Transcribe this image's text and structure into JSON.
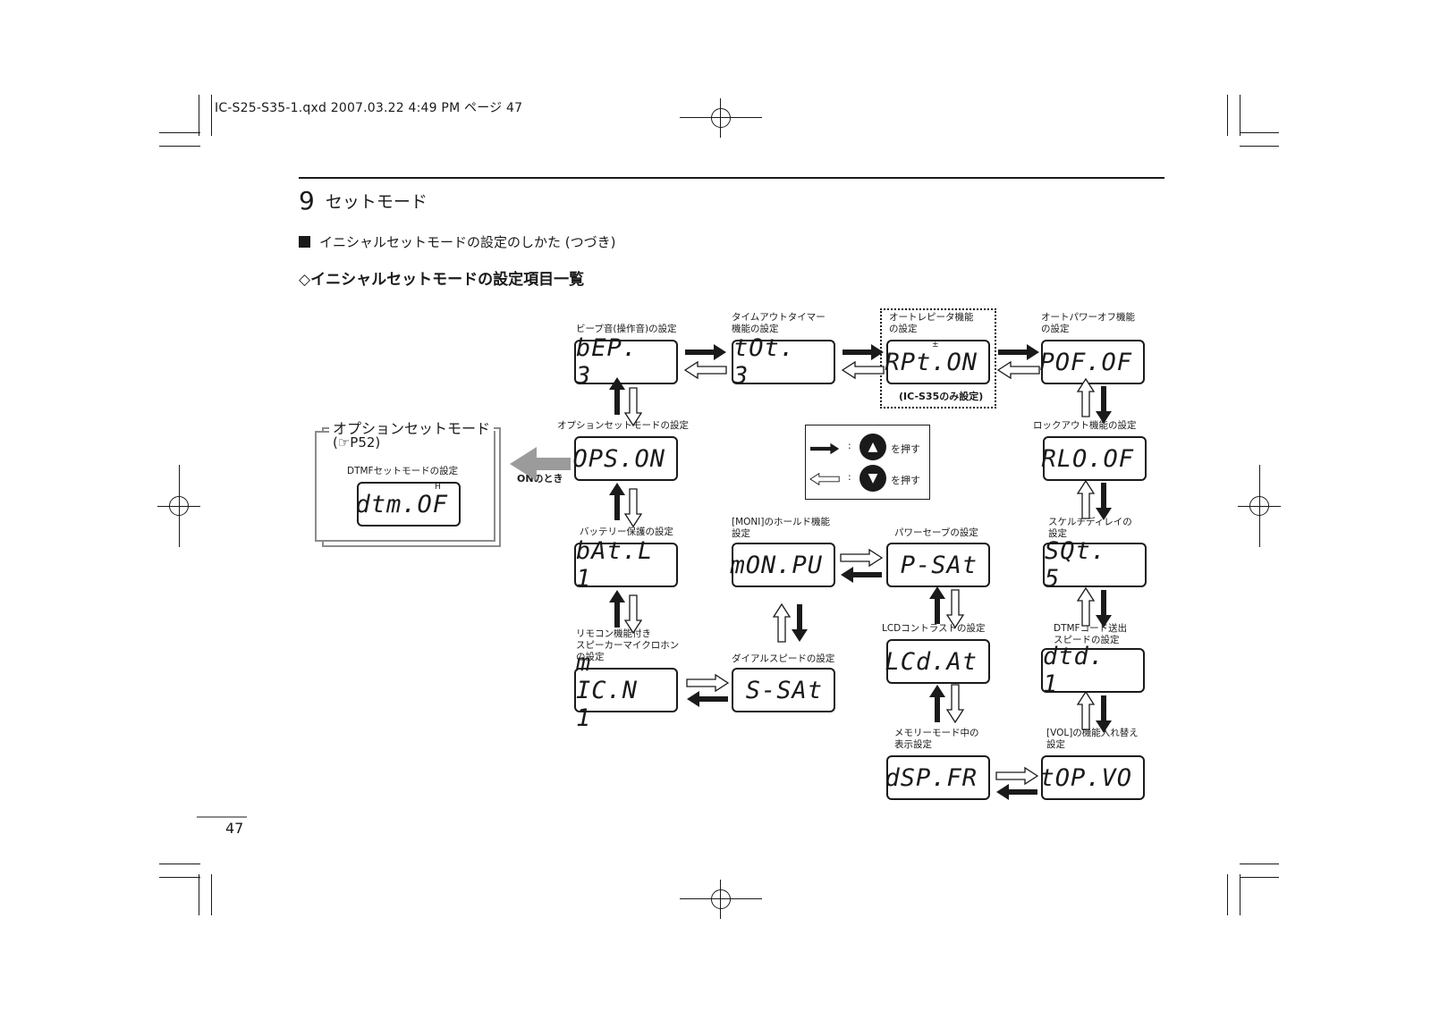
{
  "header": {
    "print_line": "IC-S25-S35-1.qxd  2007.03.22  4:49 PM  ページ 47"
  },
  "section": {
    "number": "9",
    "title": "セットモード"
  },
  "subheading": "イニシャルセットモードの設定のしかた (つづき)",
  "list_heading": "◇イニシャルセットモードの設定項目一覧",
  "nodes": {
    "bep": {
      "label": "ビープ音(操作音)の設定",
      "lcd": "bEP. 3"
    },
    "tot": {
      "label": "タイムアウトタイマー\n機能の設定",
      "lcd": "tOt. 3"
    },
    "rpt": {
      "label": "オートレピータ機能\nの設定",
      "lcd": "RPt.ON",
      "note": "(IC-S35のみ設定)",
      "indicator": "±"
    },
    "pof": {
      "label": "オートパワーオフ機能\nの設定",
      "lcd": "POF.OF"
    },
    "ops": {
      "label": "オプションセットモードの設定",
      "lcd": "OPS.ON"
    },
    "rlo": {
      "label": "ロックアウト機能の設定",
      "lcd": "RLO.OF"
    },
    "bat": {
      "label": "バッテリー保護の設定",
      "lcd": "bAt.L 1"
    },
    "mon": {
      "label": "[MONI]のホールド機能\n設定",
      "lcd": "mON.PU"
    },
    "psav": {
      "label": "パワーセーブの設定",
      "lcd": "P-SAt"
    },
    "sqt": {
      "label": "スケルチディレイの\n設定",
      "lcd": "SQt. 5"
    },
    "mic": {
      "label": "リモコン機能付き\nスピーカーマイクロホン\nの設定",
      "lcd": "m IC.N 1"
    },
    "ssat": {
      "label": "ダイアルスピードの設定",
      "lcd": "S-SAt"
    },
    "lcd": {
      "label": "LCDコントラストの設定",
      "lcd": "LCd.At"
    },
    "dtd": {
      "label": "DTMFコード送出\nスピードの設定",
      "lcd": "dtd. 1"
    },
    "dsp": {
      "label": "メモリーモード中の\n表示設定",
      "lcd": "dSP.FR"
    },
    "top": {
      "label": "[VOL]の機能入れ替え\n設定",
      "lcd": "tOP.VO"
    }
  },
  "option_mode": {
    "title": "オプションセットモード",
    "ref": "(☞P52)",
    "dtmf_label": "DTMFセットモードの設定",
    "dtmf_lcd": "dtm.OF",
    "dtmf_indicator": "H",
    "on_label": "ONのとき"
  },
  "legend": {
    "filled_text": "を押す",
    "hollow_text": "を押す",
    "colon": ":",
    "up_button": "▲",
    "down_button": "▼"
  },
  "page_number": "47"
}
